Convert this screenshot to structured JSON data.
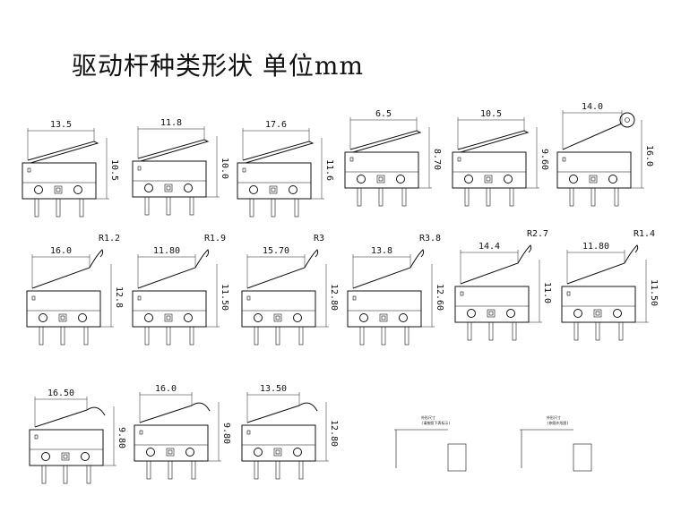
{
  "title": "驱动杆种类形状 单位mm",
  "switches": [
    {
      "type": "straight",
      "lever_len": "13.5",
      "height": "10.5",
      "radius": ""
    },
    {
      "type": "straight",
      "lever_len": "11.8",
      "height": "10.0",
      "radius": ""
    },
    {
      "type": "straight",
      "lever_len": "17.6",
      "height": "11.6",
      "radius": ""
    },
    {
      "type": "straight",
      "lever_len": "6.5",
      "height": "8.70",
      "radius": ""
    },
    {
      "type": "straight",
      "lever_len": "10.5",
      "height": "9.60",
      "radius": ""
    },
    {
      "type": "roller",
      "lever_len": "14.0",
      "height": "16.0",
      "radius": ""
    },
    {
      "type": "hook",
      "lever_len": "16.0",
      "height": "12.8",
      "radius": "R1.2"
    },
    {
      "type": "hook",
      "lever_len": "11.80",
      "height": "11.50",
      "radius": "R1.9"
    },
    {
      "type": "hook",
      "lever_len": "15.70",
      "height": "12.80",
      "radius": "R3"
    },
    {
      "type": "hook",
      "lever_len": "13.8",
      "height": "12.60",
      "radius": "R3.8"
    },
    {
      "type": "hook",
      "lever_len": "14.4",
      "height": "11.0",
      "radius": "R2.7"
    },
    {
      "type": "hook",
      "lever_len": "11.80",
      "height": "11.50",
      "radius": "R1.4"
    },
    {
      "type": "bent",
      "lever_len": "16.50",
      "height": "9.80",
      "radius": ""
    },
    {
      "type": "bent",
      "lever_len": "16.0",
      "height": "9.80",
      "radius": ""
    },
    {
      "type": "bent",
      "lever_len": "13.50",
      "height": "12.80",
      "radius": ""
    }
  ],
  "detail_notes": [
    {
      "line1": "外形尺寸",
      "line2": "(请按照下表标示)"
    },
    {
      "line1": "外形尺寸",
      "line2": "(参照外形图)"
    }
  ]
}
